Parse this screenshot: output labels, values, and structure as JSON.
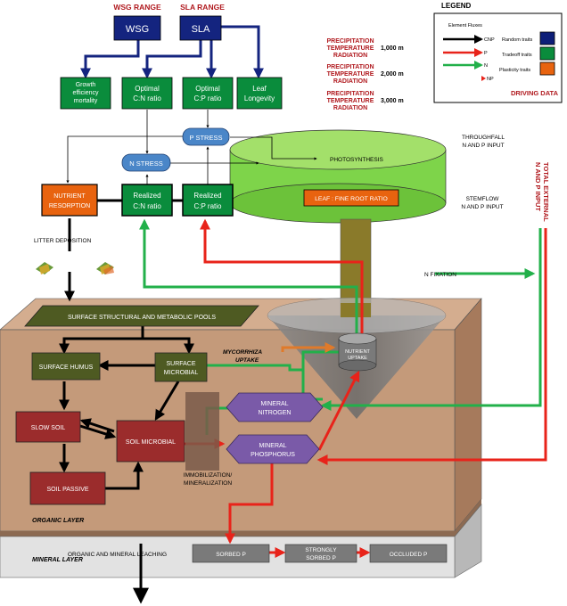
{
  "headers": {
    "wsg_range": "WSG RANGE",
    "sla_range": "SLA RANGE",
    "legend_title": "LEGEND",
    "driving_data": "DRIVING DATA",
    "total_external": "TOTAL EXTERNAL",
    "n_and_p_input": "N AND P INPUT"
  },
  "legend": {
    "element_fluxes": "Element Fluxes",
    "fluxes": [
      {
        "label": "CNP",
        "color": "#000000"
      },
      {
        "label": "P",
        "color": "#e8231a"
      },
      {
        "label": "N",
        "color": "#22b04a"
      },
      {
        "label": "NP",
        "color": "#e07a2a"
      }
    ],
    "traits": [
      {
        "label": "Random traits",
        "color": "#0d1e78"
      },
      {
        "label": "Tradeoff traits",
        "color": "#0a8c3c"
      },
      {
        "label": "Plasticity traits",
        "color": "#e8630f"
      }
    ]
  },
  "colors": {
    "random": "#14247f",
    "tradeoff": "#0a8c3c",
    "plasticity": "#e8630f",
    "stress": "#4a86c8",
    "soil_organic": "#4e5a22",
    "soil_red": "#9b2c2c",
    "mineral": "#7a5aa8",
    "grey_box": "#7a7a7a",
    "canopy": "#7ed44a",
    "stem": "#8a7a2a",
    "soil_block": "#c49a7a",
    "dark_red_text": "#b0191e"
  },
  "scenarios": [
    {
      "lines": [
        "PRECIPITATION",
        "TEMPERATURE",
        "RADIATION"
      ],
      "elevation": "1,000 m"
    },
    {
      "lines": [
        "PRECIPITATION",
        "TEMPERATURE",
        "RADIATION"
      ],
      "elevation": "2,000 m"
    },
    {
      "lines": [
        "PRECIPITATION",
        "TEMPERATURE",
        "RADIATION"
      ],
      "elevation": "3,000 m"
    }
  ],
  "nodes": {
    "wsg": "WSG",
    "sla": "SLA",
    "growth_efficiency": [
      "Growth",
      "efficiency",
      "mortality"
    ],
    "optimal_cn": [
      "Optimal",
      "C:N ratio"
    ],
    "optimal_cp": [
      "Optimal",
      "C:P ratio"
    ],
    "leaf_longevity": [
      "Leaf",
      "Longevity"
    ],
    "p_stress": "P STRESS",
    "n_stress": "N STRESS",
    "photosynthesis": "PHOTOSYNTHESIS",
    "nutrient_resorption": [
      "NUTRIENT",
      "RESORPTION"
    ],
    "realized_cn": [
      "Realized",
      "C:N ratio"
    ],
    "realized_cp": [
      "Realized",
      "C:P ratio"
    ],
    "leaf_fine_root": "LEAF : FINE ROOT RATIO",
    "throughfall": [
      "THROUGHFALL",
      "N AND P INPUT"
    ],
    "stemflow": [
      "STEMFLOW",
      "N AND P INPUT"
    ],
    "litter_deposition": "LITTER DEPOSITION",
    "n_fixation": "N FIXATION",
    "surface_pools": "SURFACE STRUCTURAL AND METABOLIC POOLS",
    "nutrient_uptake": [
      "NUTRIENT",
      "UPTAKE"
    ],
    "mycorrhiza": [
      "MYCORRHIZA",
      "UPTAKE"
    ],
    "surface_humus": "SURFACE HUMUS",
    "surface_microbial": [
      "SURFACE",
      "MICROBIAL"
    ],
    "mineral_nitrogen": [
      "MINERAL",
      "NITROGEN"
    ],
    "mineral_phosphorus": [
      "MINERAL",
      "PHOSPHORUS"
    ],
    "slow_soil": "SLOW SOIL",
    "soil_microbial": "SOIL MICROBIAL",
    "soil_passive": "SOIL PASSIVE",
    "immobilization": [
      "IMMOBILIZATION/",
      "MINERALIZATION"
    ],
    "organic_layer": "ORGANIC LAYER",
    "mineral_layer": "MINERAL LAYER",
    "leaching": "ORGANIC AND MINERAL LEACHING",
    "sorbed_p": "SORBED P",
    "strongly_sorbed_p": [
      "STRONGLY",
      "SORBED P"
    ],
    "occluded_p": "OCCLUDED P"
  }
}
